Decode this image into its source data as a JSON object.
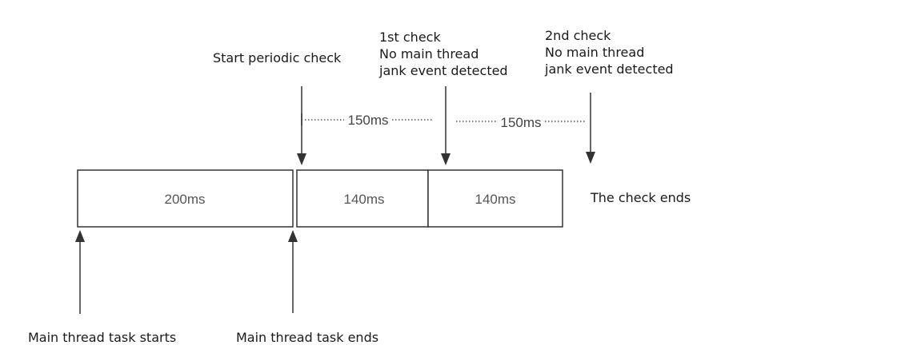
{
  "boxes": [
    {
      "label": "200ms"
    },
    {
      "label": "140ms"
    },
    {
      "label": "140ms"
    }
  ],
  "intervals": [
    {
      "label": "150ms"
    },
    {
      "label": "150ms"
    }
  ],
  "labels": {
    "start_periodic": "Start periodic check",
    "first_check": [
      "1st check",
      "No main thread",
      "jank event detected"
    ],
    "second_check": [
      "2nd check",
      "No main thread",
      "jank event detected"
    ],
    "check_ends": "The check ends",
    "task_starts": "Main thread task starts",
    "task_ends": "Main thread task ends"
  },
  "colors": {
    "line": "#333333",
    "text": "#1a1a1a",
    "box_text": "#555555"
  }
}
